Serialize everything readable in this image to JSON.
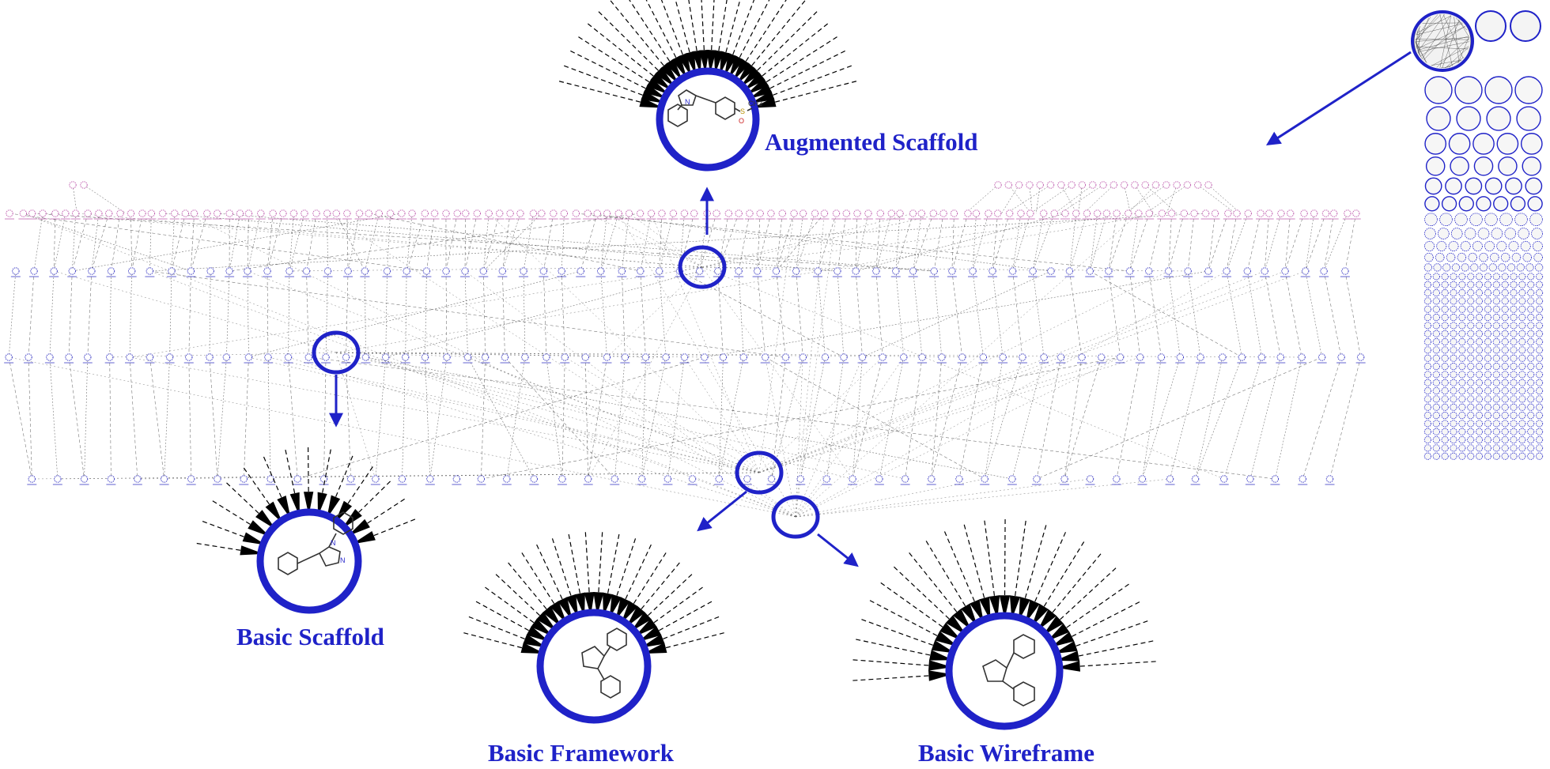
{
  "labels": {
    "augmented": "Augmented Scaffold",
    "basic_scaffold": "Basic Scaffold",
    "basic_framework": "Basic Framework",
    "basic_wireframe": "Basic Wireframe"
  },
  "atom_labels": {
    "augmented": [
      "N",
      "S",
      "O",
      "CH3"
    ],
    "basic_scaffold": [
      "N",
      "N"
    ]
  },
  "colors": {
    "highlight": "#1f22c8",
    "tree_node": "#3b3bc4",
    "leaf_node": "#c060b0",
    "edge": "#555555",
    "fan": "#000000"
  },
  "tree": {
    "level_counts": [
      125,
      69,
      69,
      50
    ],
    "extra_leaf_row": 21
  }
}
